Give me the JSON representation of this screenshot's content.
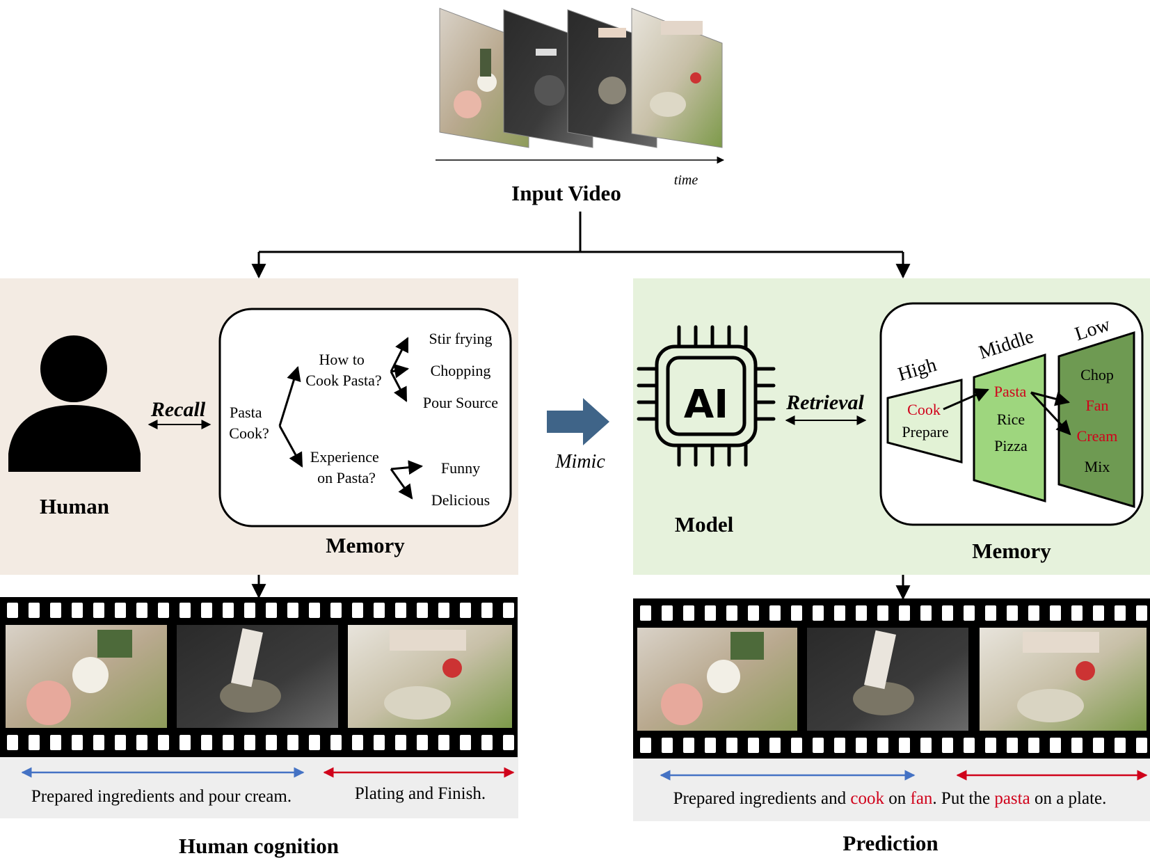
{
  "input": {
    "title": "Input Video",
    "time_label": "time"
  },
  "human_panel": {
    "person_label": "Human",
    "recall_label": "Recall",
    "memory_title": "Memory",
    "tree": {
      "root": [
        "Pasta",
        "Cook?"
      ],
      "branch1": [
        "How to",
        "Cook Pasta?"
      ],
      "branch1_leaves": [
        "Stir frying",
        "Chopping",
        "Pour Source"
      ],
      "branch2": [
        "Experience",
        "on Pasta?"
      ],
      "branch2_leaves": [
        "Funny",
        "Delicious"
      ]
    }
  },
  "mimic_label": "Mimic",
  "model_panel": {
    "model_label": "Model",
    "chip_text": "AI",
    "retrieval_label": "Retrieval",
    "memory_title": "Memory",
    "levels": [
      {
        "name": "High",
        "items": [
          {
            "text": "Cook",
            "highlight": true
          },
          {
            "text": "Prepare",
            "highlight": false
          }
        ]
      },
      {
        "name": "Middle",
        "items": [
          {
            "text": "Pasta",
            "highlight": true
          },
          {
            "text": "Rice",
            "highlight": false
          },
          {
            "text": "Pizza",
            "highlight": false
          }
        ]
      },
      {
        "name": "Low",
        "items": [
          {
            "text": "Chop",
            "highlight": false
          },
          {
            "text": "Fan",
            "highlight": true
          },
          {
            "text": "Cream",
            "highlight": true
          },
          {
            "text": "Mix",
            "highlight": false
          }
        ]
      }
    ]
  },
  "human_output": {
    "segment1": "Prepared ingredients and pour cream.",
    "segment2": "Plating and Finish.",
    "caption": "Human cognition"
  },
  "prediction_output": {
    "parts": [
      {
        "text": "Prepared ingredients and ",
        "highlight": false
      },
      {
        "text": "cook",
        "highlight": true
      },
      {
        "text": " on ",
        "highlight": false
      },
      {
        "text": "fan",
        "highlight": true
      },
      {
        "text": ". Put the ",
        "highlight": false
      },
      {
        "text": "pasta",
        "highlight": true
      },
      {
        "text": " on a plate.",
        "highlight": false
      }
    ],
    "caption": "Prediction"
  },
  "colors": {
    "human_bg": "#f3ebe3",
    "model_bg": "#e6f2dc",
    "highlight": "#d0021b",
    "mimic_arrow": "#3f6488",
    "blue_arrow": "#4472c4",
    "red_arrow": "#d0021b",
    "level_high": "#e2f2d5",
    "level_middle": "#9ed67e",
    "level_low": "#6e9a52"
  }
}
